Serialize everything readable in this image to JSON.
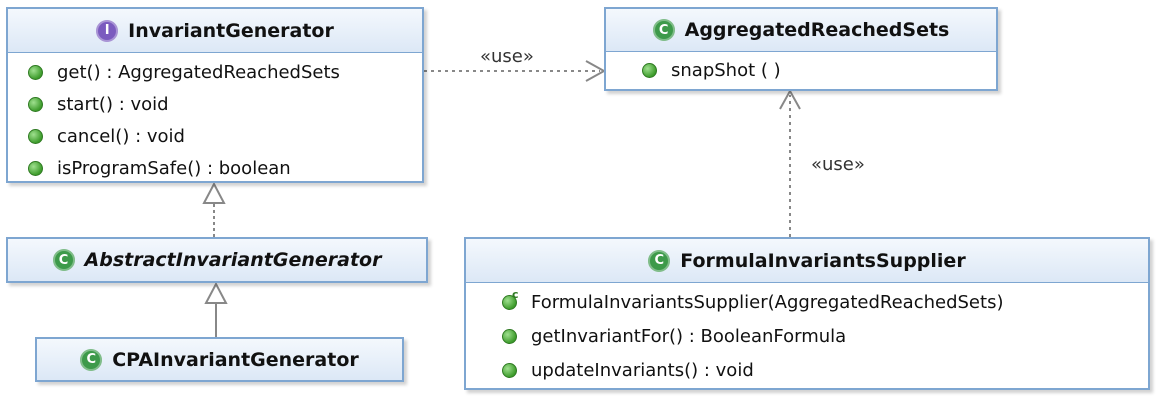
{
  "colors": {
    "interface_badge": "#7b5bbf",
    "class_badge": "#3d9a4a",
    "border": "#7ea6d1",
    "edge": "#888888"
  },
  "classes": {
    "invariant_generator": {
      "stereotype_icon": "I",
      "name": "InvariantGenerator",
      "members": [
        "get() : AggregatedReachedSets",
        "start() : void",
        "cancel() : void",
        "isProgramSafe() : boolean"
      ]
    },
    "abstract_invariant_generator": {
      "stereotype_icon": "C",
      "name": "AbstractInvariantGenerator"
    },
    "cpa_invariant_generator": {
      "stereotype_icon": "C",
      "name": "CPAInvariantGenerator"
    },
    "aggregated_reached_sets": {
      "stereotype_icon": "C",
      "name": "AggregatedReachedSets",
      "members": [
        "snapShot ( )"
      ]
    },
    "formula_invariants_supplier": {
      "stereotype_icon": "C",
      "name": "FormulaInvariantsSupplier",
      "constructor_marker": "c",
      "members": [
        "FormulaInvariantsSupplier(AggregatedReachedSets)",
        "getInvariantFor() : BooleanFormula",
        "updateInvariants() : void"
      ]
    }
  },
  "edges": {
    "use_label_1": "«use»",
    "use_label_2": "«use»"
  }
}
